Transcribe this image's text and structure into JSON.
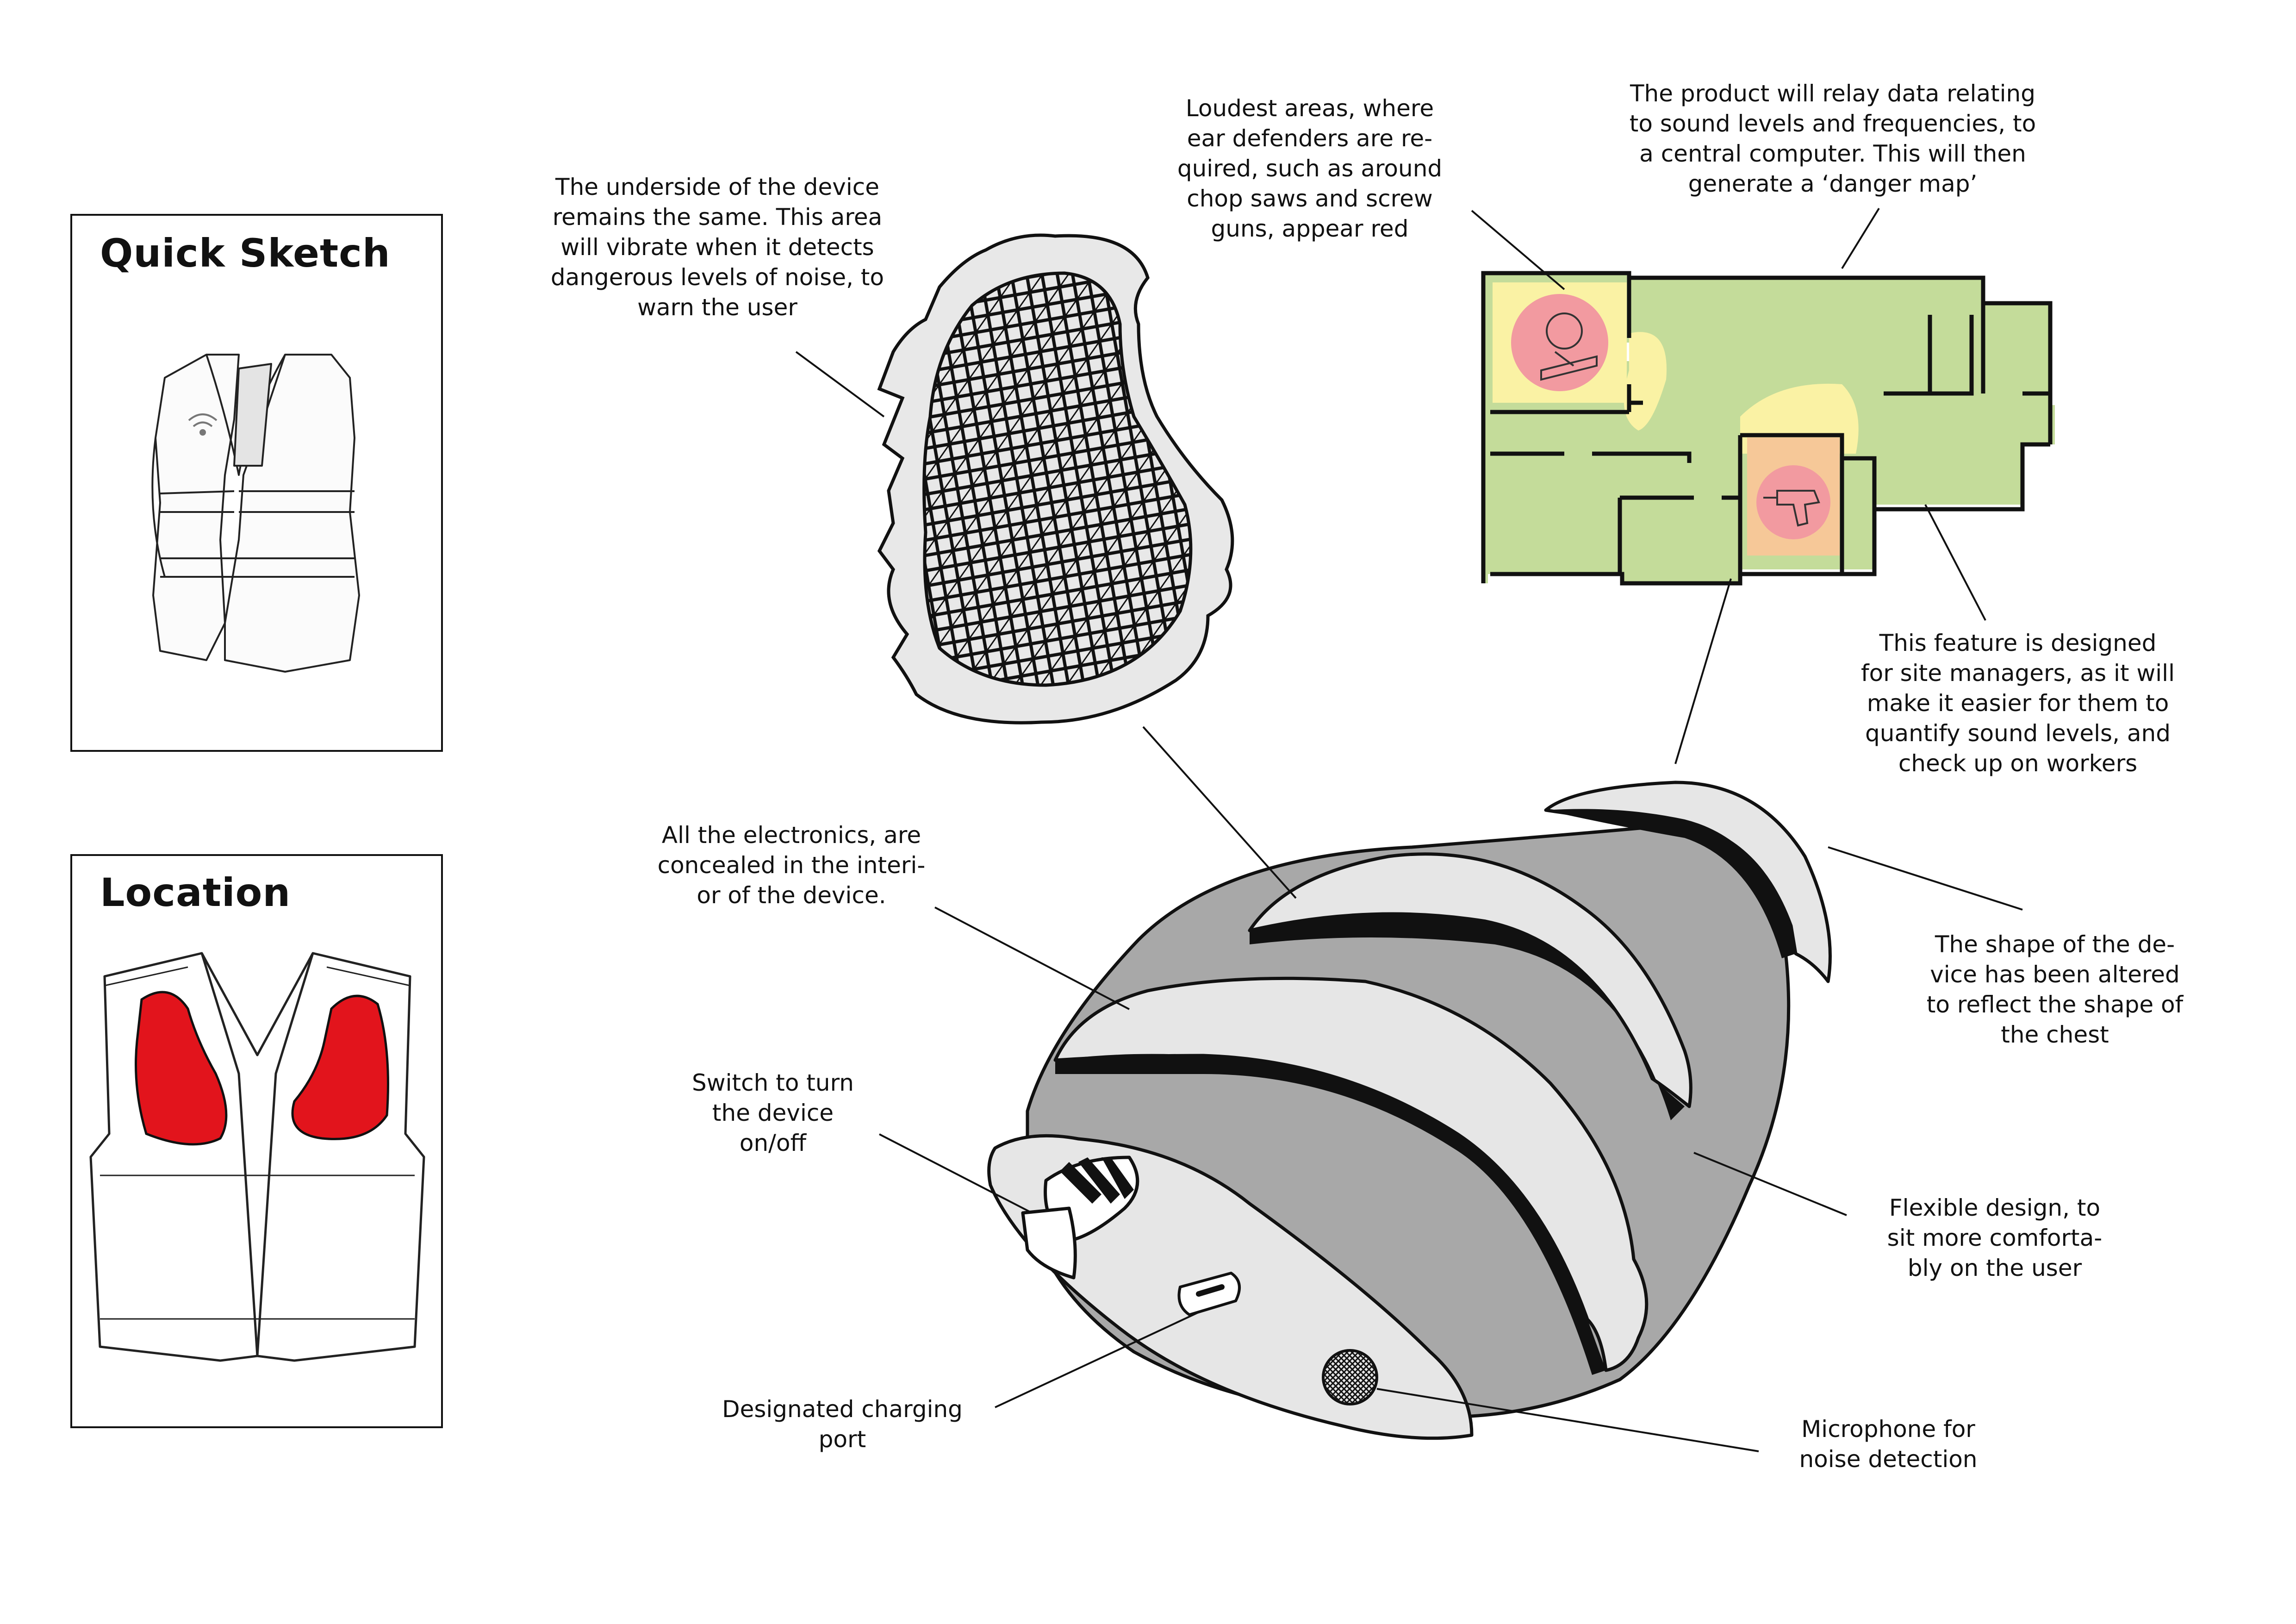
{
  "panels": {
    "quick_sketch": {
      "title": "Quick Sketch"
    },
    "location": {
      "title": "Location"
    }
  },
  "annotations": {
    "underside": "The underside of the device\nremains the same. This area\nwill vibrate when it detects\ndangerous levels of noise, to\nwarn the user",
    "loudest_areas": "Loudest areas, where\near defenders are re-\nquired, such as around\nchop saws and screw\nguns, appear red",
    "relay_data": "The product will relay data relating\nto sound levels and frequencies, to\na central computer. This will then\ngenerate a ‘danger map’",
    "site_managers": "This feature is designed\nfor site managers, as it will\nmake it easier for them to\nquantify sound levels, and\ncheck up on workers",
    "electronics": "All the electronics, are\nconcealed in the interi-\nor of the device.",
    "shape_altered": "The shape of the de-\nvice has been altered\nto reflect the shape of\nthe chest",
    "switch": "Switch to turn\nthe device\non/off",
    "flexible": "Flexible design, to\nsit more comforta-\nbly on the user",
    "charging": "Designated charging\nport",
    "microphone": "Microphone for\nnoise detection"
  },
  "colors": {
    "vest_red": "#e2141c",
    "map_green": "#c4dc9a",
    "map_yellow": "#faf2a4",
    "map_red": "#f29aa0",
    "map_orange": "#f6c898",
    "device_light": "#e8e8e8",
    "device_mid": "#a8a8a8",
    "ink": "#111111"
  },
  "icons": [
    "wifi-icon",
    "chop-saw-icon",
    "drill-icon",
    "microphone-grille-icon"
  ]
}
